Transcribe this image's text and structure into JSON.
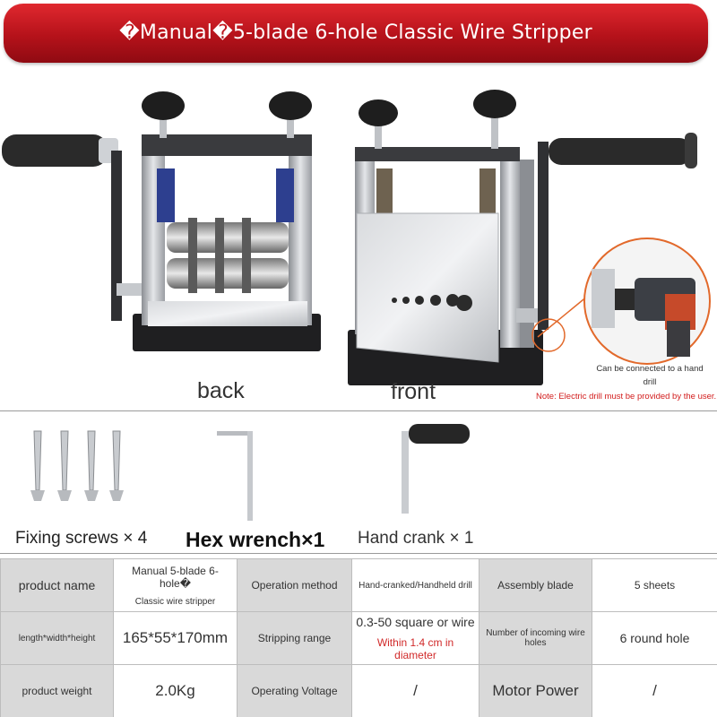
{
  "banner": {
    "title": "�Manual�5-blade 6-hole Classic Wire Stripper"
  },
  "views": {
    "back": "back",
    "front": "front"
  },
  "drill_callout": {
    "caption": "Can be connected to a hand drill",
    "note": "Note: Electric drill must be provided by the user."
  },
  "accessories": {
    "screws": "Fixing screws × 4",
    "hex_wrench": "Hex wrench×1",
    "hand_crank": "Hand crank × 1"
  },
  "spec": {
    "product_name_label": "product name",
    "product_name_line1": "Manual 5-blade 6-hole�",
    "product_name_line2": "Classic wire stripper",
    "operation_method_label": "Operation method",
    "operation_method_value": "Hand-cranked/Handheld drill",
    "assembly_blade_label": "Assembly blade",
    "assembly_blade_value": "5 sheets",
    "dimensions_label": "length*width*height",
    "dimensions_value": "165*55*170mm",
    "stripping_range_label": "Stripping range",
    "stripping_range_value": "0.3-50 square or wire",
    "stripping_range_note": "Within 1.4 cm in diameter",
    "incoming_holes_label": "Number of incoming wire holes",
    "incoming_holes_value": "6 round hole",
    "weight_label": "product weight",
    "weight_value": "2.0Kg",
    "voltage_label": "Operating Voltage",
    "voltage_value": "/",
    "motor_power_label": "Motor Power",
    "motor_power_value": "/"
  },
  "colors": {
    "banner_red": "#c4161f",
    "note_red": "#d21c1c",
    "label_bg": "#d9d9d9"
  }
}
